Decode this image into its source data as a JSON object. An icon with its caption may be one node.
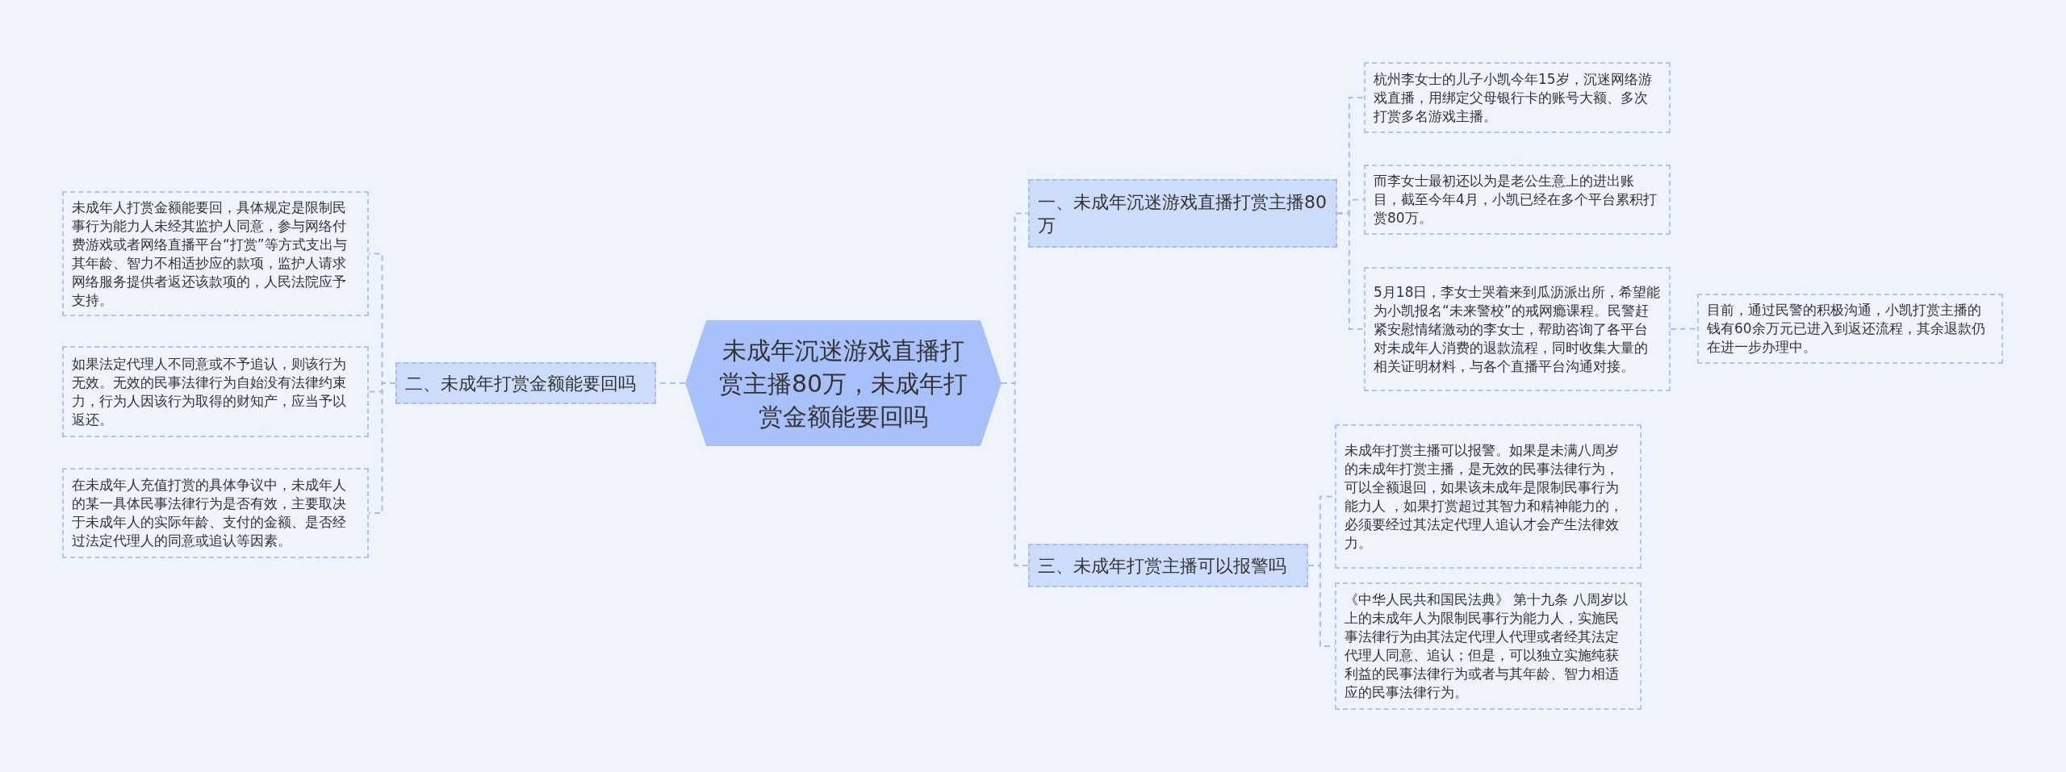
{
  "diagram": {
    "nodes": [
      {
        "text": [
          "未成年沉迷游戏直播打赏主播80万，未成年打赏金额能要回吗"
        ]
      },
      {
        "text": [
          "一、未成年沉迷游戏直播打赏主播80万"
        ]
      },
      {
        "text": [
          "杭州李女士的儿子小凯今年15岁，沉迷网络游戏直播，用绑定父母银行卡的账号大额、多次打赏多名游戏主播。"
        ]
      },
      {
        "text": [
          "而李女士最初还以为是老公生意上的进出账目，截至今年4月，小凯已经在多个平台累积打赏80万。"
        ]
      },
      {
        "text": [
          "5月18日，李女士哭着来到瓜沥派出所，希望能为小凯报名“未来警校”的戒网瘾课程。民警赶紧安慰情绪激动的李女士，帮助咨询了各平台对未成年人消费的退款流程，同时收集大量的相关证明材料，与各个直播平台沟通对接。"
        ]
      },
      {
        "text": [
          "目前，通过民警的积极沟通，小凯打赏主播的钱有60余万元已进入到返还流程，其余退款仍在进一步办理中。"
        ]
      },
      {
        "text": [
          "二、未成年打赏金额能要回吗"
        ]
      },
      {
        "text": [
          "未成年人打赏金额能要回，具体规定是限制民事行为能力人未经其监护人同意，参与网络付费游戏或者网络直播平台“打赏”等方式支出与其年龄、智力不相适抄应的款项，监护人请求网络服务提供者返还该款项的，人民法院应予支持。"
        ]
      },
      {
        "text": [
          "如果法定代理人不同意或不予追认，则该行为无效。无效的民事法律行为自始没有法律约束力，行为人因该行为取得的财知产，应当予以返还。"
        ]
      },
      {
        "text": [
          "在未成年人充值打赏的具体争议中，未成年人的某一具体民事法律行为是否有效，主要取决于未成年人的实际年龄、支付的金额、是否经过法定代理人的同意或追认等因素。"
        ]
      },
      {
        "text": [
          "三、未成年打赏主播可以报警吗"
        ]
      },
      {
        "text": [
          "未成年打赏主播可以报警。如果是未满八周岁的未成年打赏主播，是无效的民事法律行为，可以全额退回，如果该未成年是限制民事行为能力人 ，如果打赏超过其智力和精神能力的，必须要经过其法定代理人追认才会产生法律效力。"
        ]
      },
      {
        "text": [
          "《中华人民共和国民法典》 第十九条 八周岁以上的未成年人为限制民事行为能力人，实施民事法律行为由其法定代理人代理或者经其法定代理人同意、追认；但是，可以独立实施纯获利益的民事法律行为或者与其年龄、智力相适应的民事法律行为。"
        ]
      }
    ],
    "edges": [
      {
        "from": 0,
        "to": 1,
        "arrow": "none",
        "style": "dashed"
      },
      {
        "from": 1,
        "to": 2,
        "arrow": "none",
        "style": "dashed"
      },
      {
        "from": 1,
        "to": 3,
        "arrow": "none",
        "style": "dashed"
      },
      {
        "from": 1,
        "to": 4,
        "arrow": "none",
        "style": "dashed"
      },
      {
        "from": 4,
        "to": 5,
        "arrow": "none",
        "style": "dashed"
      },
      {
        "from": 0,
        "to": 6,
        "arrow": "none",
        "style": "dashed"
      },
      {
        "from": 6,
        "to": 7,
        "arrow": "none",
        "style": "dashed"
      },
      {
        "from": 6,
        "to": 8,
        "arrow": "none",
        "style": "dashed"
      },
      {
        "from": 6,
        "to": 9,
        "arrow": "none",
        "style": "dashed"
      },
      {
        "from": 0,
        "to": 10,
        "arrow": "none",
        "style": "dashed"
      },
      {
        "from": 10,
        "to": 11,
        "arrow": "none",
        "style": "dashed"
      },
      {
        "from": 10,
        "to": 12,
        "arrow": "none",
        "style": "dashed"
      }
    ]
  }
}
